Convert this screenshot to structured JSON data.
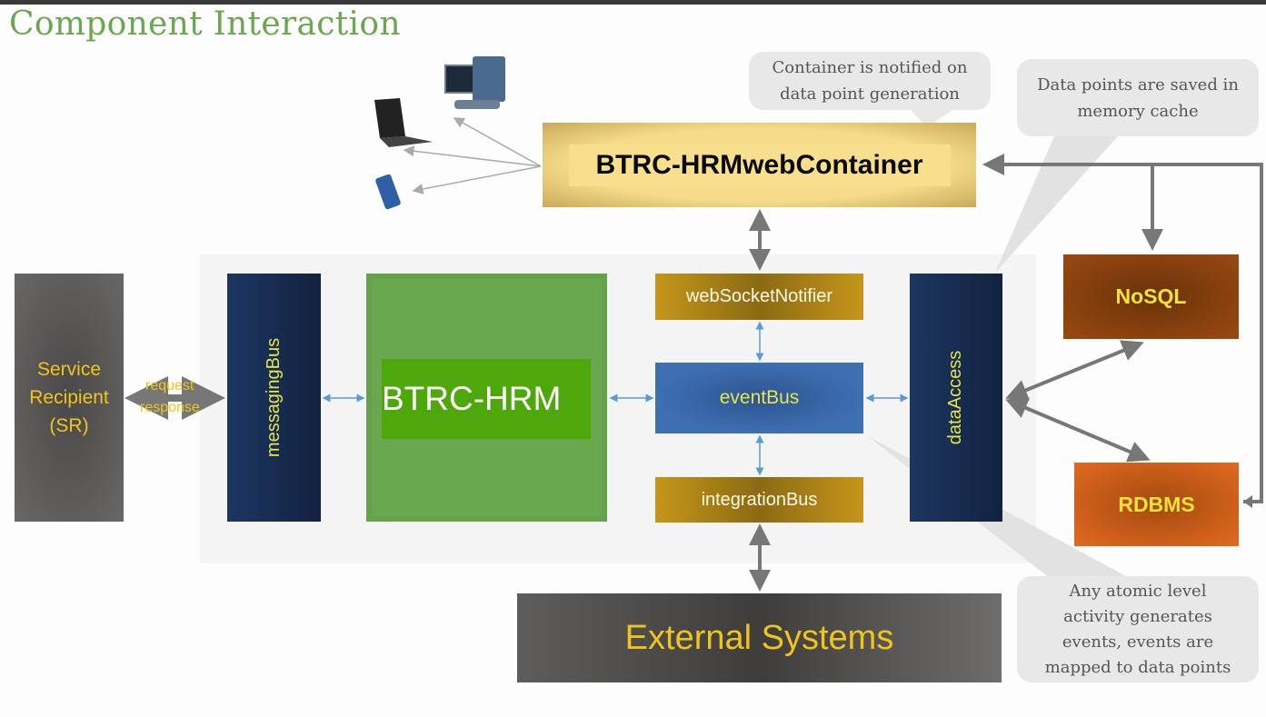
{
  "title": "Component Interaction",
  "devices": [
    "desktop-computer",
    "laptop",
    "mobile-phone"
  ],
  "web_container": {
    "prefix": "BTRC-HRM",
    "label": "webContainer"
  },
  "service_recipient": {
    "line1": "Service",
    "line2": "Recipient",
    "line3": "(SR)"
  },
  "request_label": "request",
  "response_label": "response",
  "messaging_bus": "messagingBus",
  "core": "BTRC-HRM",
  "websocket_notifier": "webSocketNotifier",
  "event_bus": "eventBus",
  "integration_bus": "integrationBus",
  "data_access": "dataAccess",
  "nosql": "NoSQL",
  "rdbms": "RDBMS",
  "external_systems": "External Systems",
  "callouts": {
    "container_notified": [
      "Container is notified on",
      "data point generation"
    ],
    "memory_cache": [
      "Data points are saved in",
      "memory cache"
    ],
    "atomic_activity": [
      "Any atomic level",
      "activity generates",
      "events, events are",
      "mapped to data points"
    ]
  },
  "colors": {
    "title": "#6aa84f",
    "label_yellow": "#f0c419",
    "core_green": "#4ea80b",
    "bus_navy": "#162a4d",
    "event_blue": "#3e6fb3"
  }
}
